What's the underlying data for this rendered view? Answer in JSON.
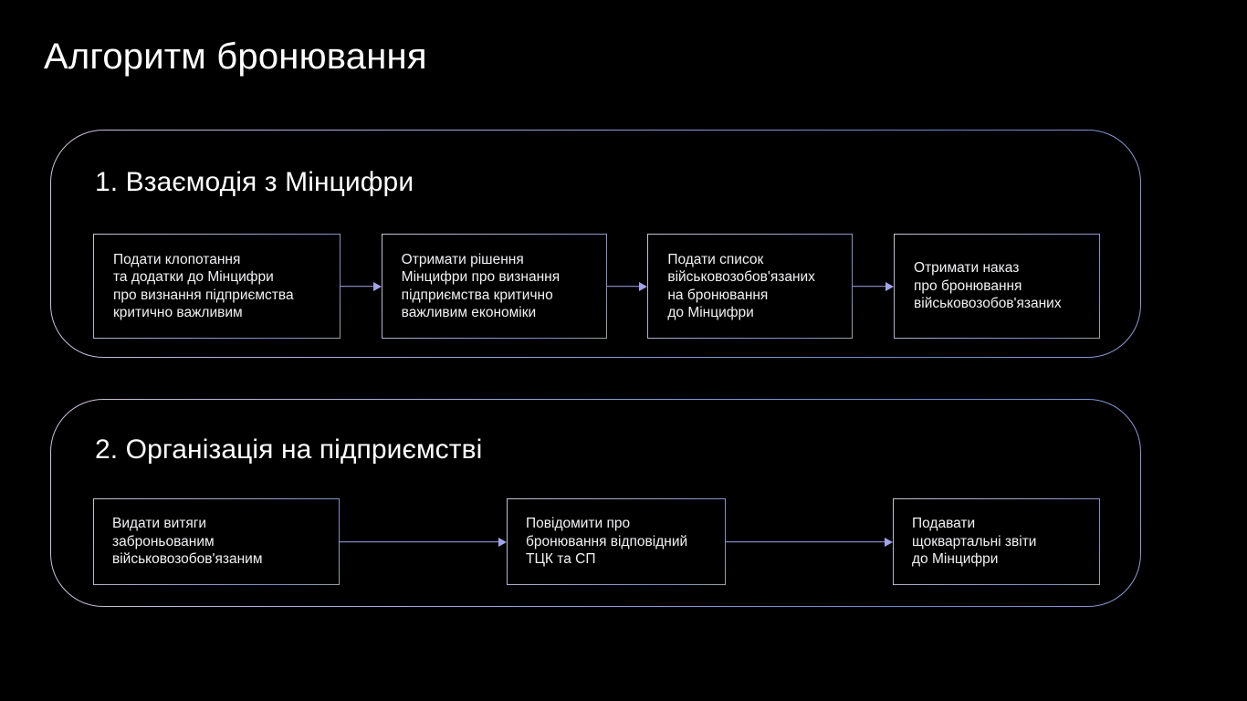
{
  "slide": {
    "title": "Алгоритм бронювання",
    "background_color": "#000000",
    "title_color": "#ffffff",
    "accent_color": "#a3a3ea",
    "border_color": "#b4b3cb"
  },
  "sections": [
    {
      "title": "1. Взаємодія з Мінцифри",
      "steps": [
        {
          "text": "Подати клопотання\nта додатки до Мінцифри\nпро визнання підприємства\nкритично важливим"
        },
        {
          "text": "Отримати рішення\nМінцифри про визнання\nпідприємства критично\nважливим економіки"
        },
        {
          "text": "Подати список\nвійськовозобов'язаних\nна бронювання\nдо Мінцифри"
        },
        {
          "text": "Отримати наказ\nпро бронювання\nвійськовозобов'язаних"
        }
      ]
    },
    {
      "title": "2. Організація на підприємстві",
      "steps": [
        {
          "text": "Видати витяги\nзаброньованим\nвійськовозобов'язаним"
        },
        {
          "text": "Повідомити про\nбронювання відповідний\nТЦК та СП"
        },
        {
          "text": "Подавати\nщоквартальні звіти\nдо Мінцифри"
        }
      ]
    }
  ]
}
